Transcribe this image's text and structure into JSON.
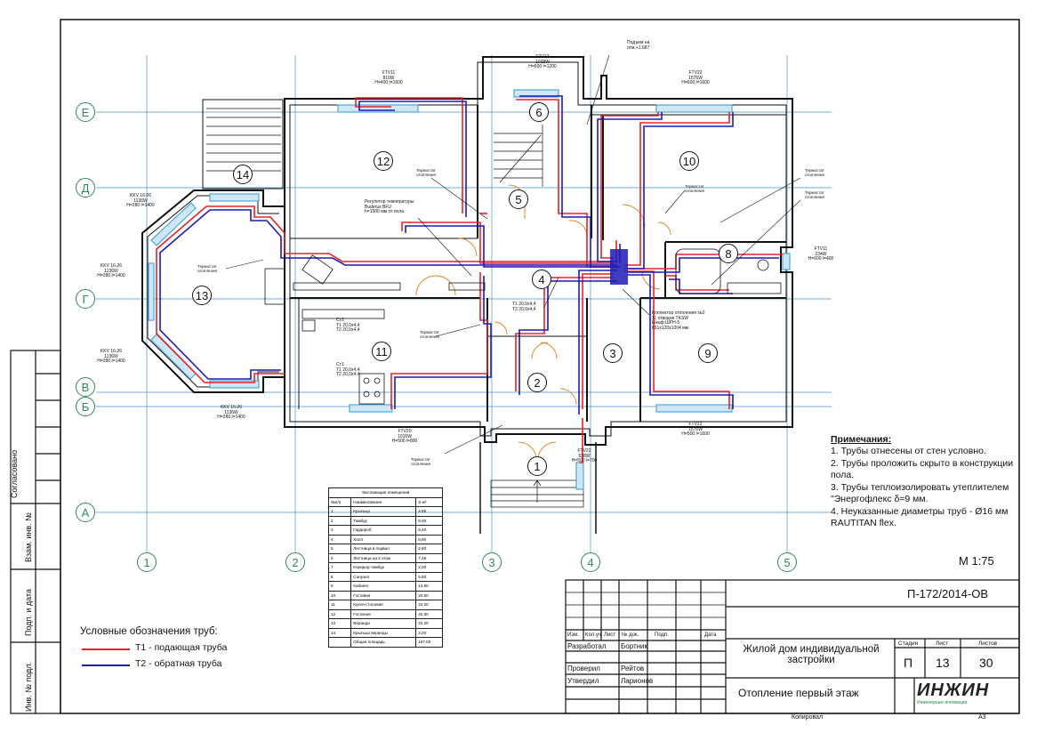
{
  "axes": {
    "rows": [
      "Е",
      "Д",
      "Г",
      "В",
      "Б",
      "А"
    ],
    "cols": [
      "1",
      "2",
      "3",
      "4",
      "5"
    ]
  },
  "room_numbers": [
    "1",
    "2",
    "3",
    "4",
    "5",
    "6",
    "8",
    "9",
    "10",
    "11",
    "12",
    "13",
    "14"
  ],
  "device_labels": {
    "ftv11_top": [
      "FTV11",
      "810W",
      "H=400 l=1600"
    ],
    "ftv12_top": [
      "FTV12",
      "1029W",
      "H=600 l=1200"
    ],
    "ftv22_top": [
      "FTV22",
      "1576W",
      "H=600 l=1600"
    ],
    "rise": [
      "Подъем на",
      "отм.+1,687"
    ],
    "kkv_left_top": [
      "KKV 16-26",
      "1136W",
      "H=280 l=1400"
    ],
    "kkv_left_mid": [
      "KKV 16-26",
      "1136W",
      "H=280 l=1400"
    ],
    "kkv_left_low": [
      "KKV 16-26",
      "1136W",
      "H=280 l=1400"
    ],
    "kkv_bottom": [
      "KKV 16-26",
      "1136W",
      "H=280 l=1400"
    ],
    "ftv11_right": [
      "FTV11",
      "234W",
      "H=600 l=400"
    ],
    "ftv20_bottom": [
      "FTV20",
      "1016W",
      "H=500 l=800"
    ],
    "ftv22_bottom": [
      "FTV22",
      "1576W",
      "H=500 l=1600"
    ],
    "ftv22_entry": [
      "FTV22",
      "638W",
      "H=500 l=700"
    ],
    "thermostat": "Термостат отопления",
    "regulator": [
      "Регулятор температуры",
      "Buderus BFU",
      "h=1500 мм от пола"
    ],
    "collector": [
      "Коллектор отопления №2",
      "11 отводов TKSW",
      "Шкаф ШРН-5",
      "651х120х1004 мм"
    ],
    "pipe_t1": "Т1 20,0х4,4",
    "pipe_t2": "Т2 20,0х4,4",
    "riser1": "Ст1",
    "riser2": "Ст2"
  },
  "notes": {
    "title": "Примечания:",
    "items": [
      "1. Трубы отнесены от стен условно.",
      "2. Трубы проложить скрыто в конструкции пола.",
      "3. Трубы теплоизолировать утеплителем \"Энергофлекс δ=9 мм.",
      "4. Неуказанные диаметры труб - Ø16 мм RAUTITAN flex."
    ]
  },
  "scale": "М 1:75",
  "legend": {
    "title": "Условные обозначения труб:",
    "items": [
      {
        "label": "Т1 - подающая труба",
        "color": "#e8202a"
      },
      {
        "label": "Т2 - обратная труба",
        "color": "#1f1ab5"
      }
    ]
  },
  "rooms_table": {
    "title": "Экспликация помещений",
    "header": [
      "№п/п",
      "Наименование",
      "S м²"
    ],
    "rows": [
      [
        "1",
        "Крыльцо",
        "4,85"
      ],
      [
        "2",
        "Тамбур",
        "9,00"
      ],
      [
        "3",
        "Гардероб",
        "5,40"
      ],
      [
        "4",
        "Холл",
        "8,90"
      ],
      [
        "5",
        "Лестница в подвал",
        "2,80"
      ],
      [
        "6",
        "Лестница на 2 этаж",
        "7,45"
      ],
      [
        "7",
        "Коридор-тамбур",
        "2,00"
      ],
      [
        "8",
        "Санузел",
        "5,60"
      ],
      [
        "9",
        "Кабинет",
        "13,60"
      ],
      [
        "10",
        "Гостевая",
        "20,50"
      ],
      [
        "11",
        "Кухня-столовая",
        "22,20"
      ],
      [
        "12",
        "Гостиная",
        "32,00"
      ],
      [
        "13",
        "Веранда",
        "22,20"
      ],
      [
        "14",
        "Крыльцо веранды",
        "2,20"
      ]
    ],
    "total_label": "Общая площадь",
    "total_value": "167,00"
  },
  "side_stamp": [
    "Согласовано",
    "Инв. № подл.",
    "Подп. и дата",
    "Взам. инв. №"
  ],
  "title_block": {
    "doc_code": "П-172/2014-ОВ",
    "header_cols": [
      "Изм.",
      "Кол.уч",
      "Лист",
      "№ док.",
      "Подп.",
      "Дата"
    ],
    "people": [
      [
        "Разработал",
        "Бортник"
      ],
      [
        "Проверил",
        "Рейтов"
      ],
      [
        "Утвердил",
        "Ларионов"
      ]
    ],
    "project": "Жилой дом индивидуальной застройки",
    "sheet_title": "Отопление первый этаж",
    "stage_label": "Стадия",
    "sheet_label": "Лист",
    "sheets_label": "Листов",
    "stage": "П",
    "sheet": "13",
    "sheets": "30",
    "logo_text": "ИНЖИН",
    "logo_sub": "Инженерные инновации",
    "copied": "Копировал",
    "format": "А3"
  },
  "colors": {
    "supply": "#e8202a",
    "return": "#1f1ab5",
    "axis": "#2e8b57",
    "radiator": "#4ea8d8",
    "door": "#e08a2a"
  }
}
